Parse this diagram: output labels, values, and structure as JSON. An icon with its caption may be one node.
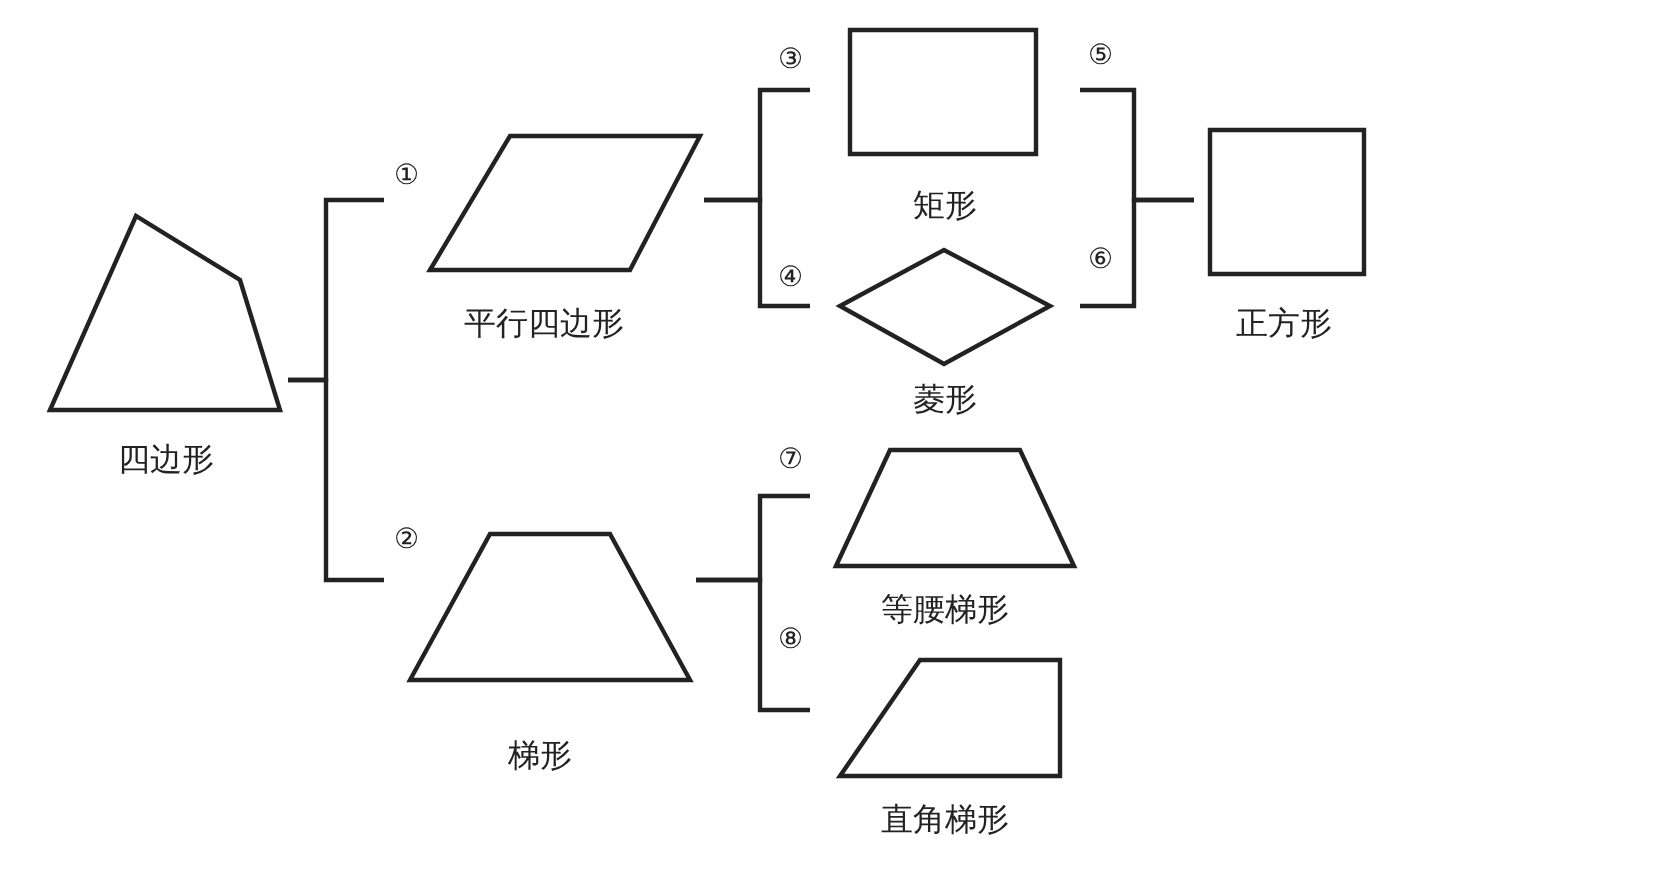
{
  "diagram": {
    "nodes": [
      {
        "text": [
          "四边形"
        ]
      },
      {
        "text": [
          "平行四边形"
        ]
      },
      {
        "text": [
          "梯形"
        ]
      },
      {
        "text": [
          "矩形"
        ]
      },
      {
        "text": [
          "菱形"
        ]
      },
      {
        "text": [
          "正方形"
        ]
      },
      {
        "text": [
          "等腰梯形"
        ]
      },
      {
        "text": [
          "直角梯形"
        ]
      }
    ],
    "edges": [
      {
        "from": 0,
        "to": 1,
        "arrow": "none",
        "label": "①"
      },
      {
        "from": 0,
        "to": 2,
        "arrow": "none",
        "label": "②"
      },
      {
        "from": 1,
        "to": 3,
        "arrow": "none",
        "label": "③"
      },
      {
        "from": 1,
        "to": 4,
        "arrow": "none",
        "label": "④"
      },
      {
        "from": 3,
        "to": 5,
        "arrow": "none",
        "label": "⑤"
      },
      {
        "from": 4,
        "to": 5,
        "arrow": "none",
        "label": "⑥"
      },
      {
        "from": 2,
        "to": 6,
        "arrow": "none",
        "label": "⑦"
      },
      {
        "from": 2,
        "to": 7,
        "arrow": "none",
        "label": "⑧"
      }
    ]
  }
}
